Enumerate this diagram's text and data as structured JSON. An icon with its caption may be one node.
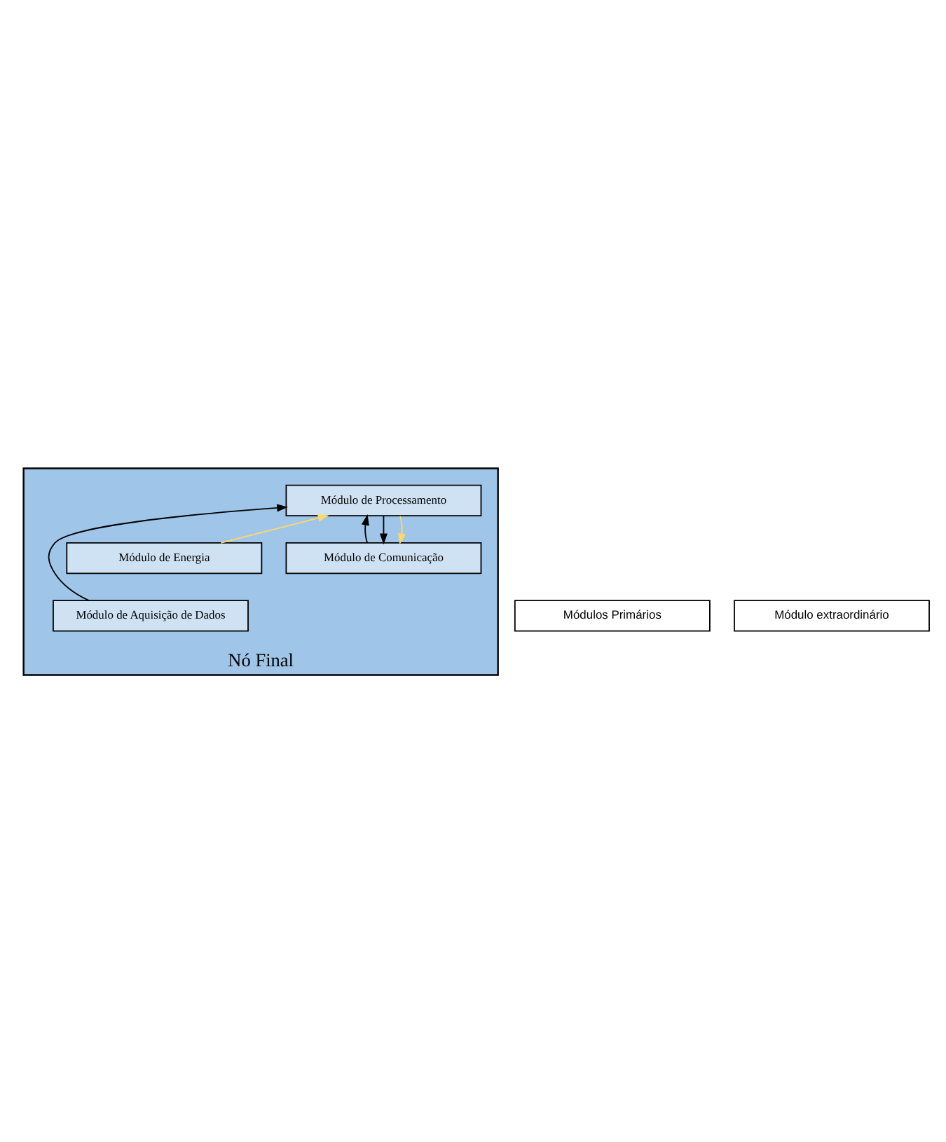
{
  "diagram": {
    "nodes": [
      {
        "text": [
          "Nó Final"
        ]
      },
      {
        "text": [
          "Módulo de Comunicação"
        ],
        "in": 0
      },
      {
        "text": [
          "Módulo de Processamento"
        ],
        "in": 0
      },
      {
        "text": [
          "Módulo de Energia"
        ],
        "in": 0
      },
      {
        "text": [
          "Módulo de Aquisição de Dados"
        ],
        "in": 0
      },
      {
        "text": [
          "Módulos Primários"
        ]
      },
      {
        "text": [
          "Módulo extraordinário"
        ]
      }
    ],
    "edges": [
      {
        "from": 2,
        "to": 1,
        "arrow": "to"
      },
      {
        "from": 1,
        "to": 2,
        "arrow": "to"
      },
      {
        "from": 2,
        "to": 1,
        "arrow": "to",
        "color": "#ffd966"
      },
      {
        "from": 3,
        "to": 2,
        "arrow": "to",
        "color": "#ffd966"
      },
      {
        "from": 4,
        "to": 2,
        "arrow": "to"
      }
    ]
  }
}
